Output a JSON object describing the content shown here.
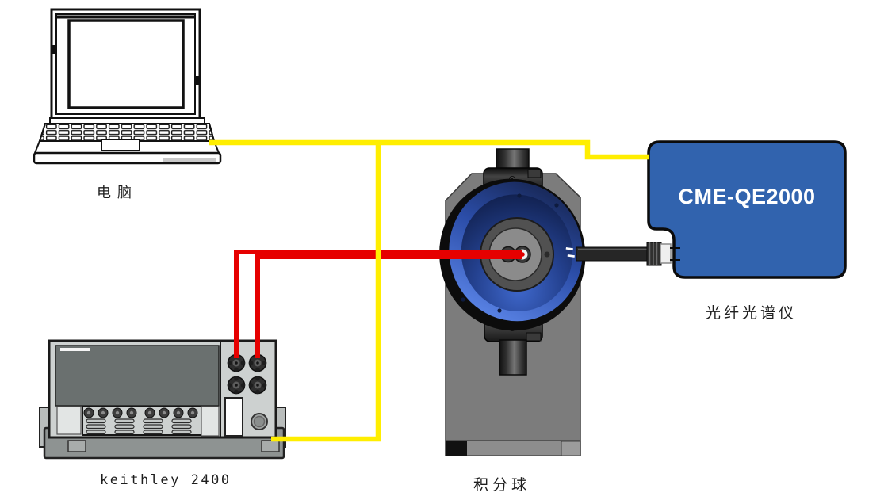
{
  "labels": {
    "computer": "电脑",
    "sourcemeter": "keithley 2400",
    "integrating_sphere": "积分球",
    "spectrometer": "光纤光谱仪"
  },
  "devices": {
    "spectrometer_model": "CME-QE2000"
  },
  "colors": {
    "signal_cable_yellow": "#FFEE00",
    "test_lead_red": "#E60000",
    "spectrometer_blue": "#3163AE",
    "sphere_ring_blue": "#2B4DA8"
  },
  "connections": [
    {
      "from": "电脑",
      "to": "光纤光谱仪",
      "cable": "yellow"
    },
    {
      "from": "电脑",
      "to": "keithley 2400",
      "cable": "yellow"
    },
    {
      "from": "keithley 2400",
      "to": "积分球",
      "cable": "red",
      "count": 2
    },
    {
      "from": "积分球",
      "to": "光纤光谱仪",
      "cable": "fiber"
    }
  ]
}
